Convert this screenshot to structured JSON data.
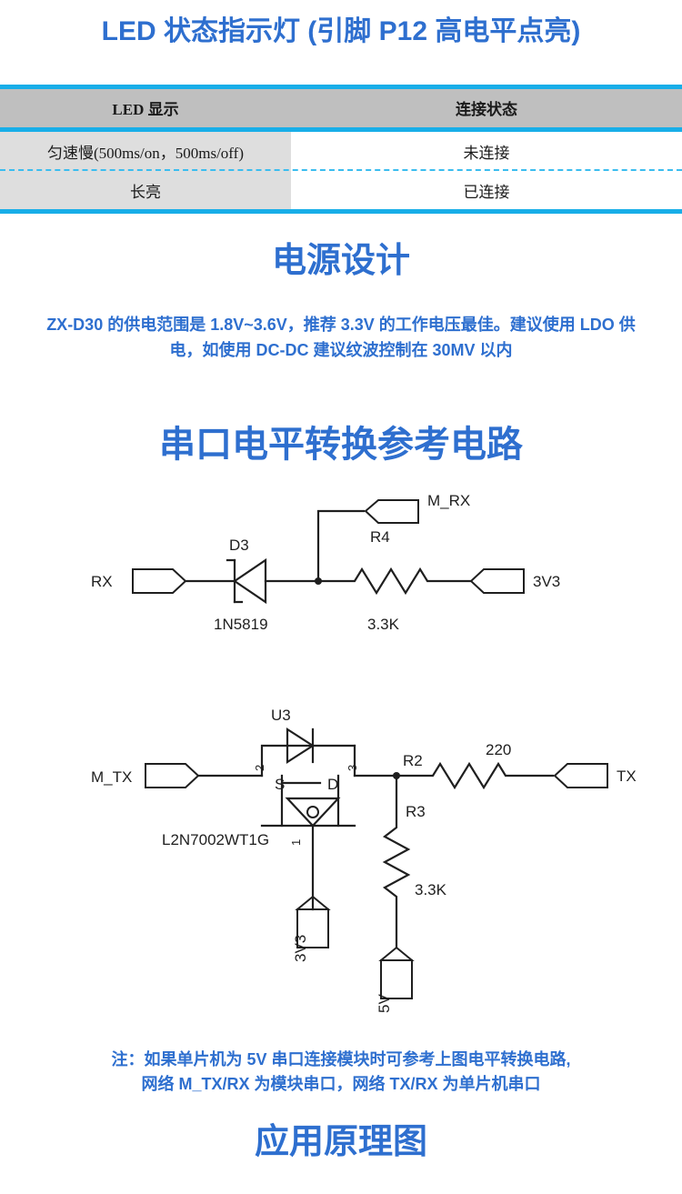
{
  "headings": {
    "led_status": "LED 状态指示灯 (引脚 P12 高电平点亮)",
    "power_design": "电源设计",
    "level_conversion": "串口电平转换参考电路",
    "application_diagram": "应用原理图"
  },
  "led_table": {
    "columns": [
      "LED 显示",
      "连接状态"
    ],
    "rows": [
      [
        "匀速慢(500ms/on，500ms/off)",
        "未连接"
      ],
      [
        "长亮",
        "已连接"
      ]
    ]
  },
  "power": {
    "description": "ZX-D30 的供电范围是 1.8V~3.6V，推荐 3.3V 的工作电压最佳。建议使用 LDO 供电，如使用 DC-DC 建议纹波控制在 30MV 以内"
  },
  "note": {
    "line1": "注：如果单片机为 5V 串口连接模块时可参考上图电平转换电路,",
    "line2": "网络 M_TX/RX 为模块串口，网络 TX/RX 为单片机串口"
  },
  "circuit_rx": {
    "port_in": "RX",
    "diode_ref": "D3",
    "diode_part": "1N5819",
    "branch_port": "M_RX",
    "resistor_ref": "R4",
    "resistor_value": "3.3K",
    "port_out": "3V3"
  },
  "circuit_tx": {
    "port_in": "M_TX",
    "mosfet_ref": "U3",
    "mosfet_part": "L2N7002WT1G",
    "pin_source": "S",
    "pin_drain": "D",
    "pin_num_source": "2",
    "pin_num_drain": "3",
    "pin_num_gate": "1",
    "source_rail": "3V3",
    "series_resistor_ref": "R2",
    "series_resistor_value": "220",
    "pulldown_resistor_ref": "R3",
    "pulldown_resistor_value": "3.3K",
    "pulldown_rail": "5V",
    "port_out": "TX"
  },
  "colors": {
    "heading_blue": "#2E6FCF",
    "rule_blue": "#18AEE8",
    "dash_blue": "#3BBDEF",
    "header_gray": "#BFBFBF",
    "row_gray": "#DEDEDE",
    "wire_black": "#1F1F1F"
  }
}
